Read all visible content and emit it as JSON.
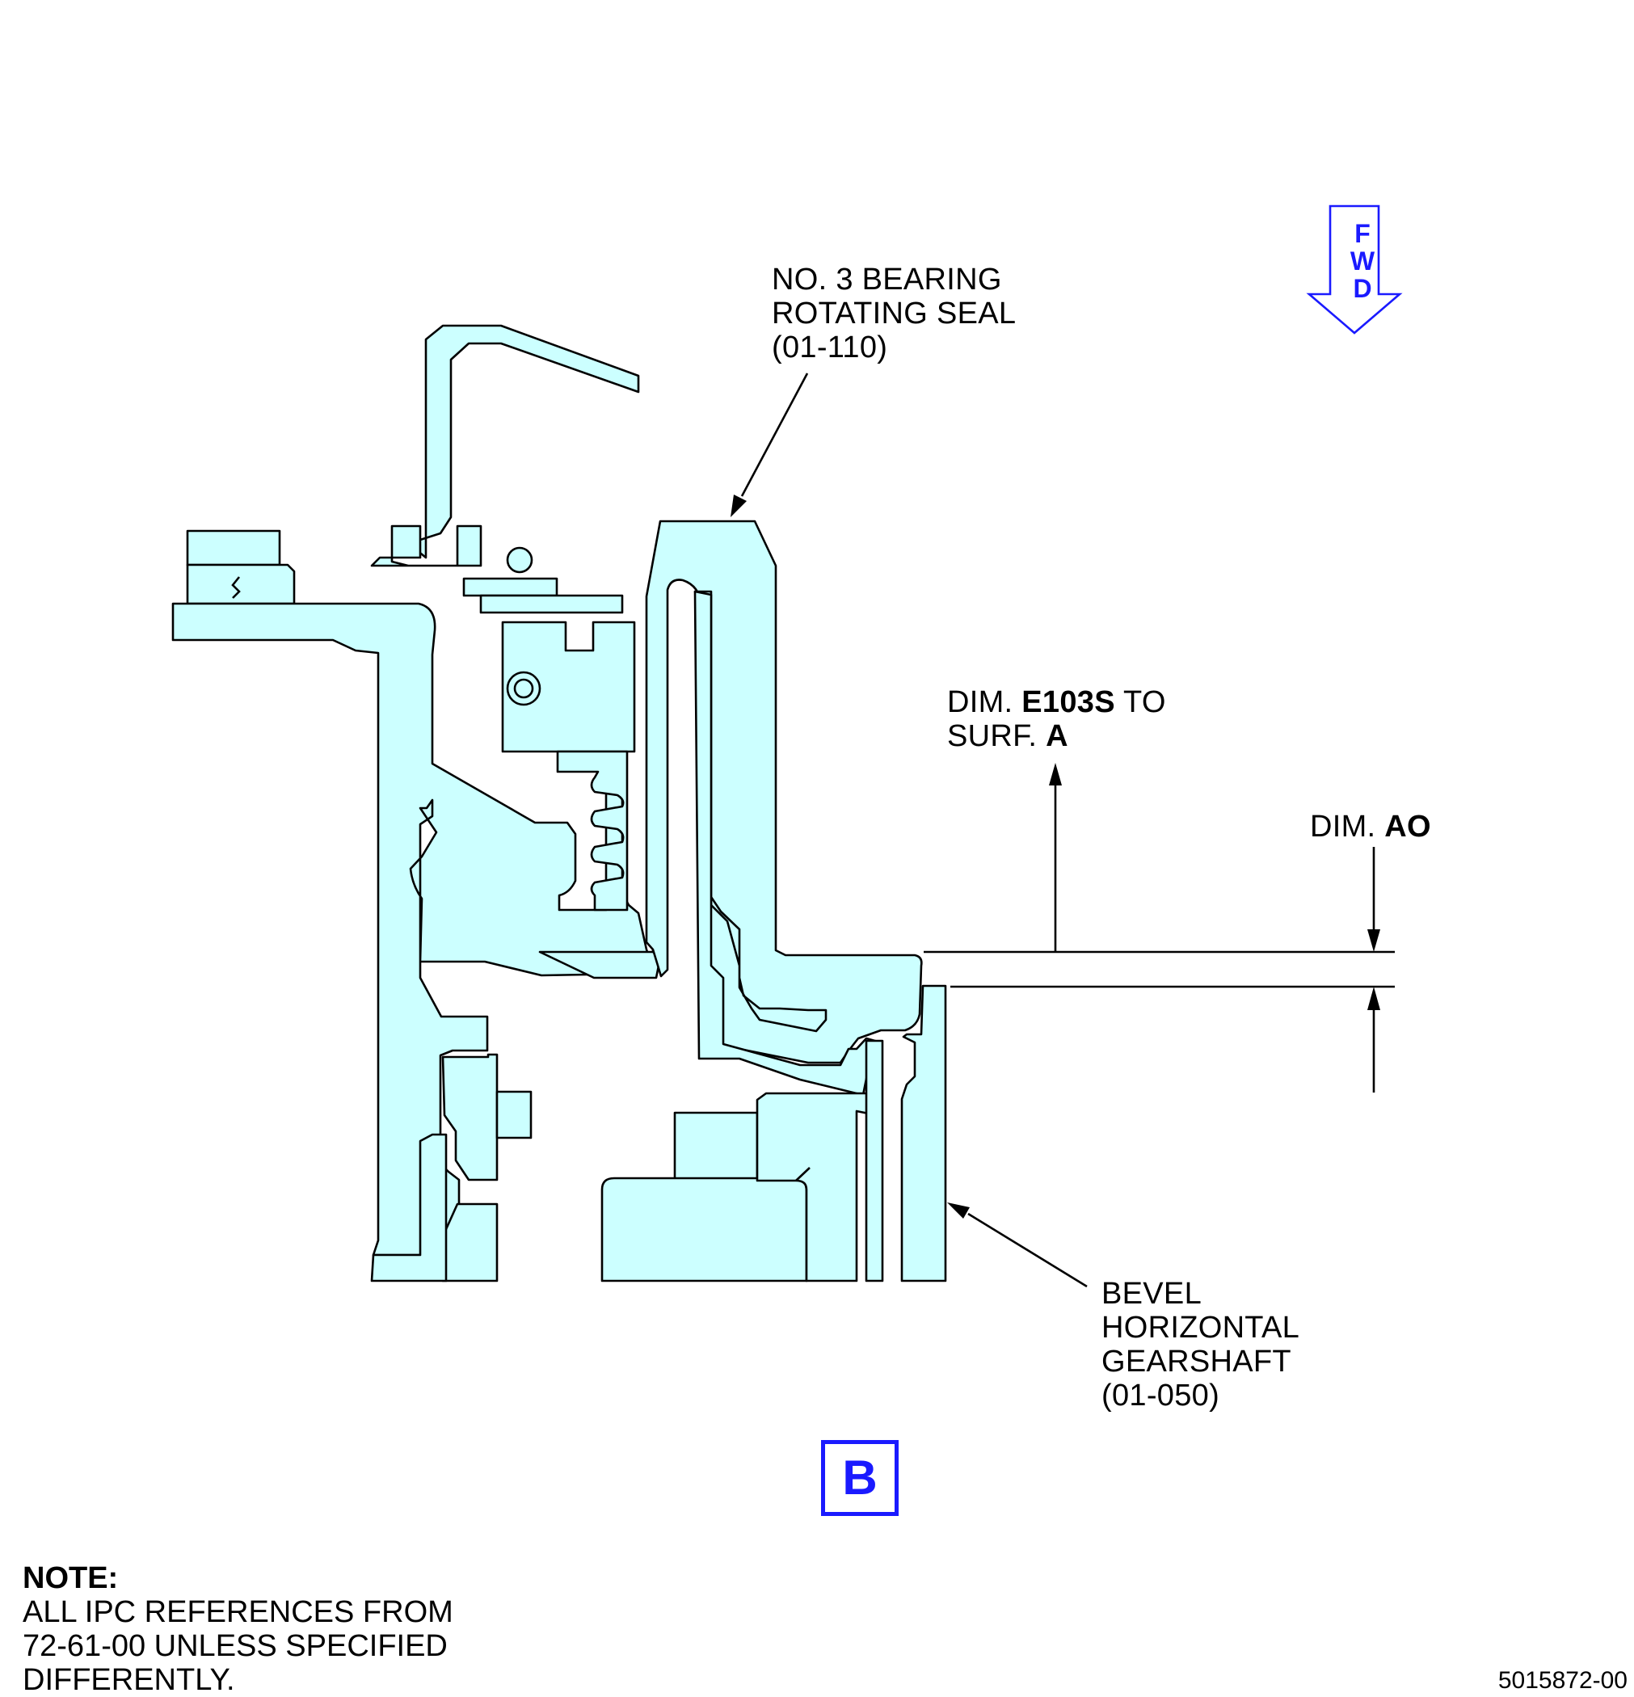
{
  "callouts": {
    "seal": {
      "lines": [
        "NO. 3 BEARING",
        "ROTATING SEAL",
        "(01-110)"
      ]
    },
    "dim_e103s": {
      "prefix": "DIM. ",
      "code": "E103S",
      "mid": " TO",
      "line2_prefix": "SURF. ",
      "surface": "A"
    },
    "dim_ao": {
      "prefix": "DIM. ",
      "code": "AO"
    },
    "gearshaft": {
      "lines": [
        "BEVEL",
        "HORIZONTAL",
        "GEARSHAFT",
        "(01-050)"
      ]
    }
  },
  "direction_indicator": {
    "letters": [
      "F",
      "W",
      "D"
    ],
    "color": "#1a1aff"
  },
  "view_label": "B",
  "note": {
    "heading": "NOTE:",
    "lines": [
      "ALL IPC REFERENCES FROM",
      "72-61-00 UNLESS SPECIFIED",
      "DIFFERENTLY."
    ]
  },
  "figure_number": "5015872-00",
  "colors": {
    "part_fill": "#ccffff",
    "outline": "#000000",
    "accent": "#1a1aff"
  }
}
